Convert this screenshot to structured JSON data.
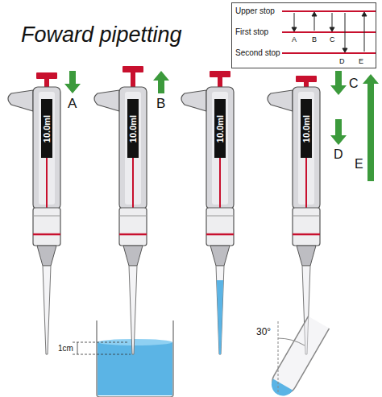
{
  "diagram": {
    "title": "Foward pipetting",
    "nodes": [
      {
        "text": [
          "Upper stop",
          "First stop",
          "Second stop",
          "A",
          "B",
          "C",
          "D",
          "E"
        ]
      }
    ],
    "labels": [
      "10.0ml",
      "10.0ml",
      "10.0ml",
      "10.0ml",
      "A",
      "B",
      "C",
      "D",
      "E",
      "1cm",
      "30°"
    ]
  }
}
